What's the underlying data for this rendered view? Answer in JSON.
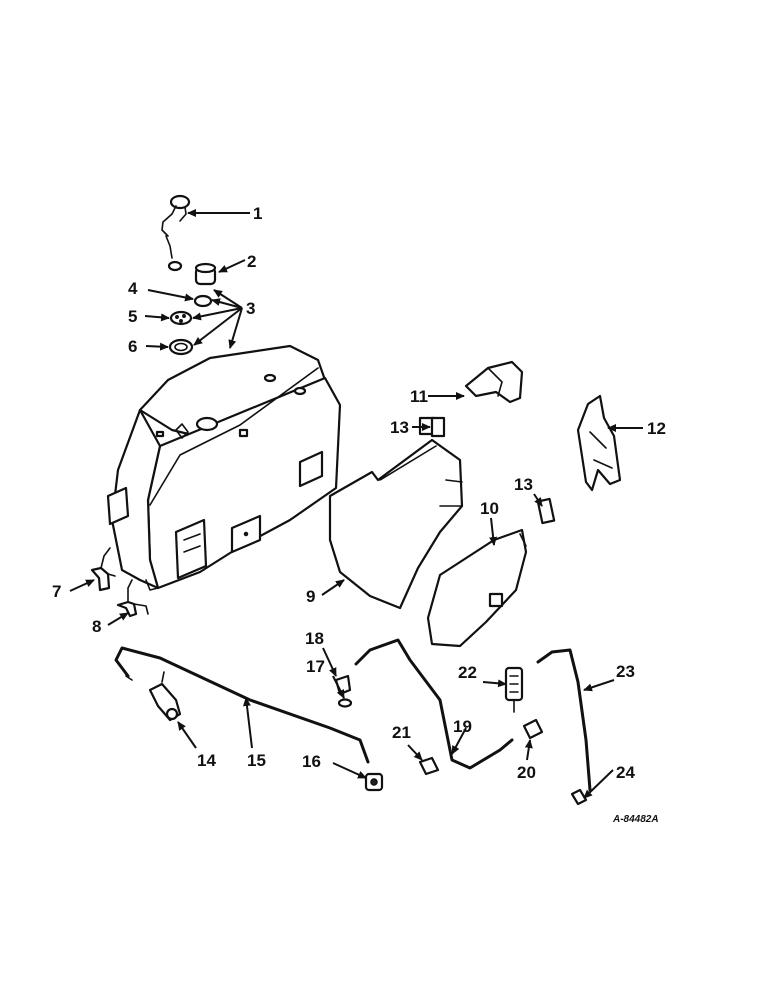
{
  "callouts": {
    "c1": "1",
    "c2": "2",
    "c3": "3",
    "c4": "4",
    "c5": "5",
    "c6": "6",
    "c7": "7",
    "c8": "8",
    "c9": "9",
    "c10": "10",
    "c11": "11",
    "c12": "12",
    "c13a": "13",
    "c13b": "13",
    "c14": "14",
    "c15": "15",
    "c16": "16",
    "c17": "17",
    "c18": "18",
    "c19": "19",
    "c20": "20",
    "c21": "21",
    "c22": "22",
    "c23": "23",
    "c24": "24"
  },
  "reference_code": "A-84482A"
}
